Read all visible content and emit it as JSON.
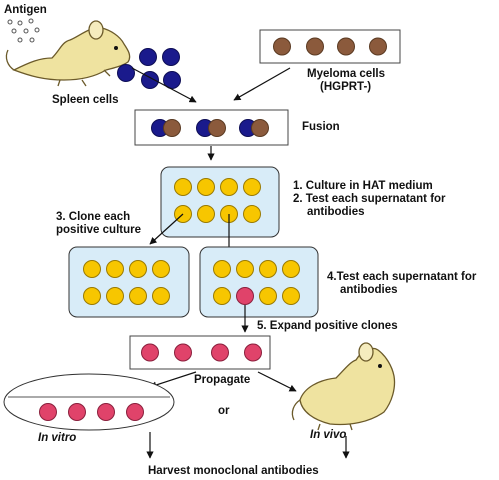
{
  "labels": {
    "antigen": "Antigen",
    "spleen_cells": "Spleen cells",
    "myeloma_line1": "Myeloma cells",
    "myeloma_line2": "(HGPRT-)",
    "fusion": "Fusion",
    "step1": "1. Culture in HAT medium",
    "step2_line1": "2. Test each supernatant for",
    "step2_line2": "antibodies",
    "step3_line1": "3. Clone each",
    "step3_line2": "positive culture",
    "step4_line1": "4.Test each supernatant for",
    "step4_line2": "antibodies",
    "step5": "5. Expand positive clones",
    "propagate": "Propagate",
    "or": "or",
    "in_vitro": "In vitro",
    "in_vivo": "In vivo",
    "harvest": "Harvest monoclonal antibodies"
  },
  "colors": {
    "navy_cell": "#1a1a8c",
    "brown_cell": "#8b5a3c",
    "yellow_cell": "#f7c600",
    "pink_cell": "#e0436a",
    "plate_fill": "#d8ecf8",
    "mouse_fill": "#efe3a0"
  },
  "icons": {
    "mouse": "mouse-icon",
    "antigen_dots": "antigen-dots-icon"
  }
}
